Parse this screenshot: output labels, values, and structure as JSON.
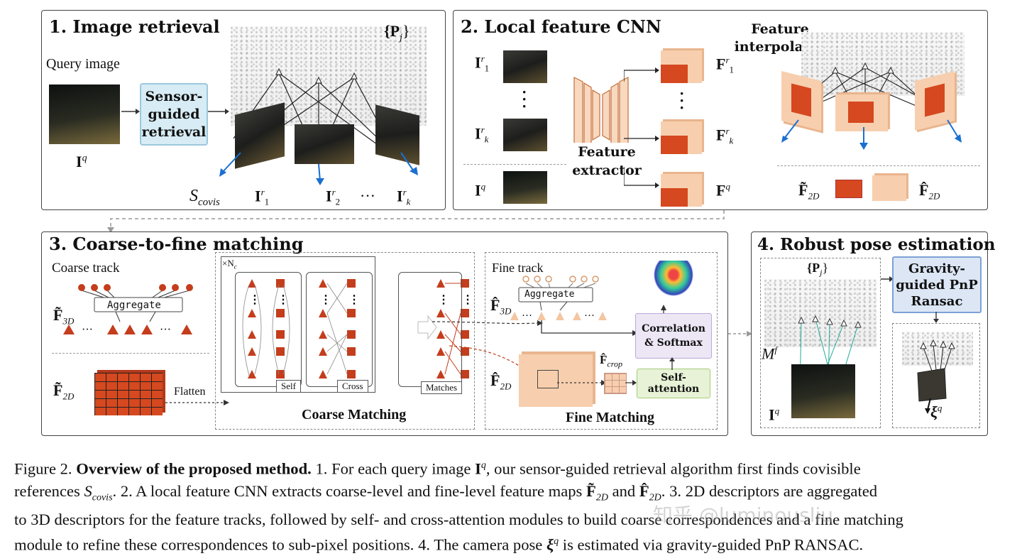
{
  "panels": {
    "p1": {
      "title": "1. Image retrieval",
      "query_label": "Query image",
      "query_symbol": "I",
      "query_sup": "q",
      "retrieval_box": "Sensor-guided retrieval",
      "points_label": "{P",
      "points_sub": "j",
      "points_end": "}",
      "scovis": "S",
      "scovis_sub": "covis",
      "refs": [
        "I",
        "I",
        "I"
      ],
      "ref_subs": [
        "1",
        "2",
        "k"
      ],
      "ref_sup": "r",
      "ellipsis": "···"
    },
    "p2": {
      "title": "2. Local feature CNN",
      "refs": [
        "I",
        "I"
      ],
      "ref_subs": [
        "1",
        "k"
      ],
      "ref_sup": "r",
      "query": "I",
      "query_sup": "q",
      "feature_extractor": "Feature extractor",
      "feature_interpolator": "Feature interpolator",
      "fmaps": [
        "F",
        "F",
        "F"
      ],
      "fmap_subs": [
        "1",
        "k",
        ""
      ],
      "fmap_sups": [
        "r",
        "r",
        "q"
      ],
      "f2d_coarse": "F̃",
      "f2d_fine": "F̂",
      "f2d_sub": "2D"
    },
    "p3": {
      "title": "3. Coarse-to-fine matching",
      "coarse_track": "Coarse track",
      "aggregate": "Aggregate",
      "f3d": "F̃",
      "f3d_sub": "3D",
      "f2d": "F̃",
      "f2d_sub": "2D",
      "flatten": "Flatten",
      "times_nc": "×N",
      "nc_sub": "c",
      "self": "Self",
      "cross": "Cross",
      "matches": "Matches",
      "coarse_matching": "Coarse Matching",
      "fine_track": "Fine track",
      "aggregate2": "Aggregate",
      "fine_f3d": "F̂",
      "fine_f3d_sub": "3D",
      "fine_f2d": "F̂",
      "fine_f2d_sub": "2D",
      "fcrop": "F̂",
      "fcrop_sub": "crop",
      "correlation": "Correlation & Softmax",
      "self_attention": "Self-attention",
      "fine_matching": "Fine Matching"
    },
    "p4": {
      "title": "4. Robust pose estimation",
      "points": "{P",
      "points_sub": "j",
      "points_end": "}",
      "mf": "M",
      "mf_sup": "f",
      "iq": "I",
      "iq_sup": "q",
      "pnp": "Gravity-guided PnP Ransac",
      "xi": "ξ",
      "xi_sup": "q"
    }
  },
  "caption": {
    "prefix": "Figure 2.",
    "bold": "Overview of the proposed method.",
    "body": "1. For each query image I^q, our sensor-guided retrieval algorithm first finds covisible references S_covis. 2. A local feature CNN extracts coarse-level and fine-level feature maps F̃_2D and F̂_2D. 3. 2D descriptors are aggregated to 3D descriptors for the feature tracks, followed by self- and cross-attention modules to build coarse correspondences and a fine matching module to refine these correspondences to sub-pixel positions. 4. The camera pose ξ^q is estimated via gravity-guided PnP RANSAC.",
    "line1a": "1. For each query image ",
    "line1b": ", our sensor-guided retrieval algorithm first finds covisible",
    "line2a": "references ",
    "line2b": ". 2. A local feature CNN extracts coarse-level and fine-level feature maps ",
    "line2c": " and ",
    "line2d": ". 3. 2D descriptors are aggregated",
    "line3": "to 3D descriptors for the feature tracks, followed by self- and cross-attention modules to build coarse correspondences and a fine matching",
    "line4a": "module to refine these correspondences to sub-pixel positions. 4. The camera pose ",
    "line4b": " is estimated via gravity-guided PnP RANSAC."
  },
  "watermark": "知乎 @luminousliu",
  "colors": {
    "feature_orange": "#d6481f",
    "feature_peach": "#f7cfae",
    "retrieval_blue": "#d7ecf5",
    "pnp_blue": "#dce6f5",
    "selfattn_green": "#e7f2d6",
    "corr_purple": "#ece6f5"
  }
}
